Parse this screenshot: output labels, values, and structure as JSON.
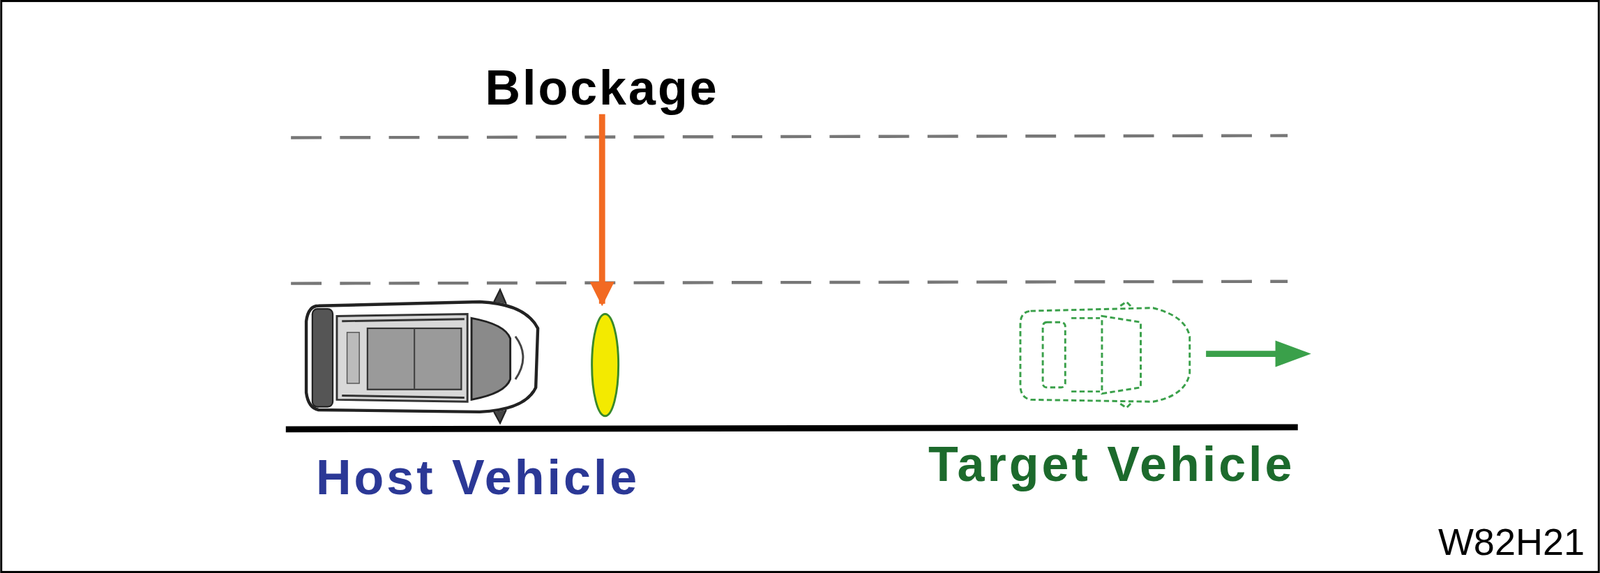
{
  "diagram": {
    "labels": [
      "Blockage",
      "Host Vehicle",
      "Target Vehicle",
      "W82H21"
    ]
  }
}
